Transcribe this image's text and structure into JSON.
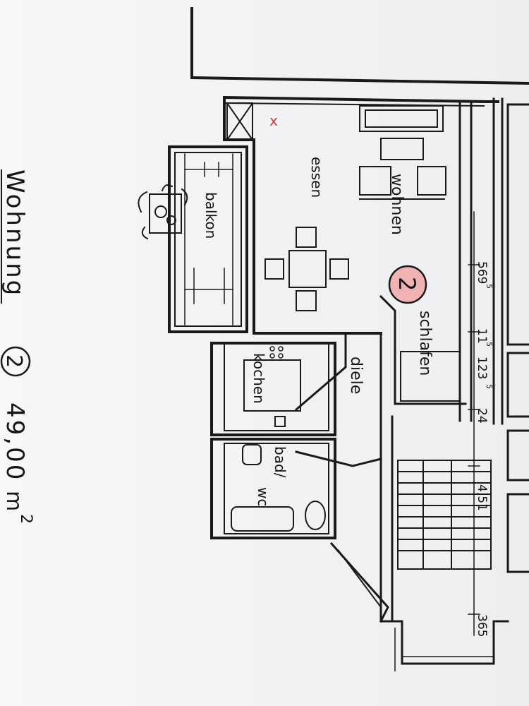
{
  "plan": {
    "title": "Wohnung",
    "unit_number": "2",
    "area_value": "49,00",
    "area_unit": "m",
    "area_exponent": "2",
    "unit_marker": "2",
    "marker_color": "#f08080",
    "red_mark": "x"
  },
  "rooms": {
    "balkon": "balkon",
    "essen": "essen",
    "wohnen": "wohnen",
    "schlafen": "schlafen",
    "diele": "diele",
    "kochen": "kochen",
    "bad": "bad/",
    "wc": "wc"
  },
  "dimensions": {
    "d1": "569",
    "d1_sup": "5",
    "d2": "11",
    "d2_sup": "5",
    "d3": "123",
    "d3_sup": "5",
    "d4": "24",
    "d5": "4,51",
    "d6": "365"
  }
}
